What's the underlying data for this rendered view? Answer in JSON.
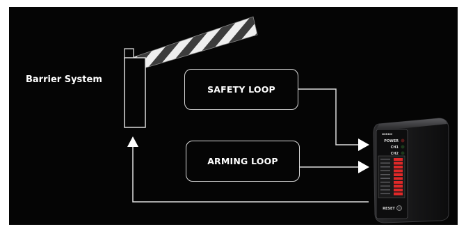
{
  "diagram": {
    "system_label": "Barrier System",
    "loops": [
      {
        "label": "SAFETY LOOP"
      },
      {
        "label": "ARMING LOOP"
      }
    ],
    "device": {
      "indicators": [
        "POWER",
        "CH1",
        "CH2"
      ],
      "reset_label": "RESET"
    },
    "colors": {
      "background": "#050505",
      "lines": "#dcdcdc",
      "barrier_stripe_light": "#eeeeee",
      "barrier_stripe_dark": "#444444",
      "dip_switch": "#e02828"
    },
    "icons": [
      "barrier-arm-icon",
      "loop-detector-device-icon"
    ]
  }
}
